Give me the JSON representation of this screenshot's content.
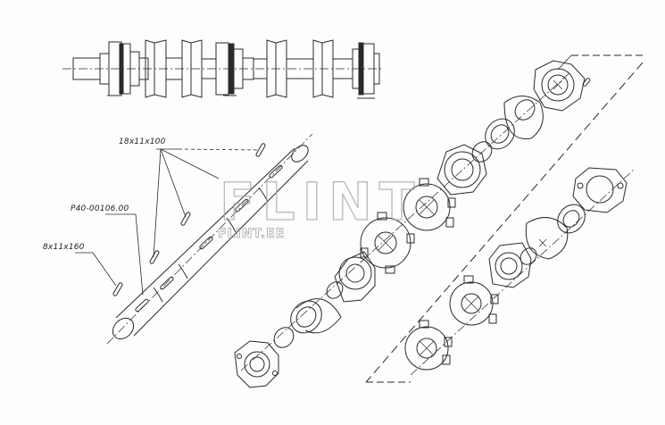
{
  "drawing": {
    "labels": {
      "key_top": "18x11x100",
      "part_number": "P40-00106.00",
      "key_left": "8x11x160"
    },
    "watermark": {
      "main": "FLINT",
      "sub": "FLINT.EE"
    },
    "colors": {
      "line": "#2a2a2a",
      "background": "#fdfdfd",
      "watermark": "#a8a8a8"
    }
  }
}
